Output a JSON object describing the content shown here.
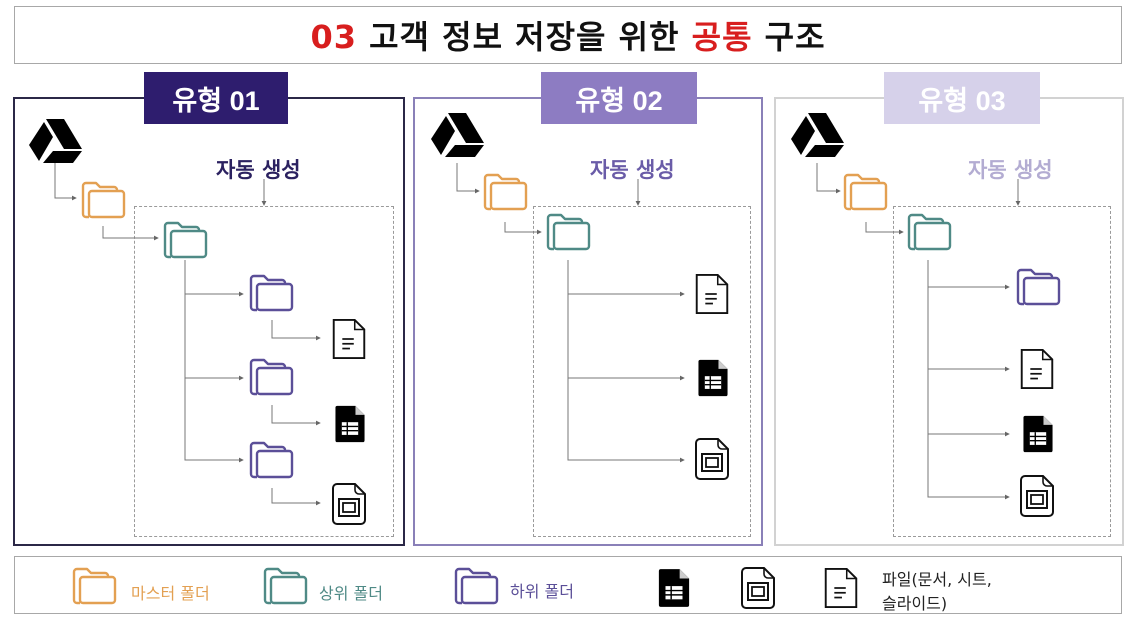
{
  "title": {
    "number": "03",
    "part1": " 고객 정보 저장을 위한 ",
    "highlight": "공통",
    "part2": " 구조"
  },
  "colors": {
    "title_red": "#d81e1e",
    "master_folder": "#e3a052",
    "parent_folder": "#4f8a86",
    "child_folder": "#5b4f98",
    "type01": "#2e1d6e",
    "type02": "#8d7cc2",
    "type03": "#d6d1ea"
  },
  "panels": [
    {
      "badge": "유형 01",
      "auto_label": "자동 생성",
      "structure": "parent folder → 3 child folders, each containing one file (doc, sheet, slide)"
    },
    {
      "badge": "유형 02",
      "auto_label": "자동 생성",
      "structure": "parent folder → files directly (doc, sheet, slide)"
    },
    {
      "badge": "유형 03",
      "auto_label": "자동 생성",
      "structure": "parent folder → 1 child folder + files (doc, sheet, slide)"
    }
  ],
  "legend": {
    "master": "마스터 폴더",
    "parent": "상위 폴더",
    "child": "하위 폴더",
    "files_line1": "파일(문서, 시트,",
    "files_line2": "슬라이드)"
  }
}
